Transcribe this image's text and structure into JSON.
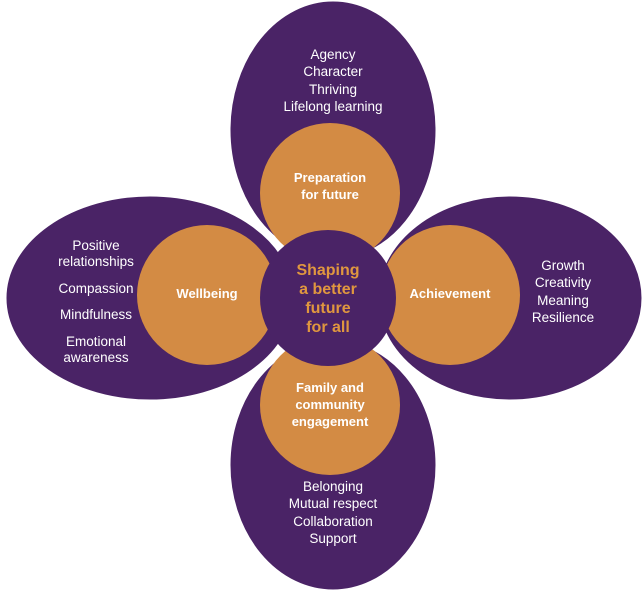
{
  "colors": {
    "petal": "#4a2366",
    "petal_stroke": "#ffffff",
    "circle": "#d38b44",
    "center_fill": "#4a2366",
    "center_text": "#e0973f",
    "text": "#ffffff"
  },
  "center": {
    "lines": [
      "Shaping",
      "a better",
      "future",
      "for all"
    ]
  },
  "circles": {
    "top": {
      "lines": [
        "Preparation",
        "for future"
      ]
    },
    "right": {
      "lines": [
        "Achievement"
      ]
    },
    "bottom": {
      "lines": [
        "Family and",
        "community",
        "engagement"
      ]
    },
    "left": {
      "lines": [
        "Wellbeing"
      ]
    }
  },
  "petals": {
    "top": {
      "lines": [
        "Agency",
        "Character",
        "Thriving",
        "Lifelong learning"
      ]
    },
    "right": {
      "lines": [
        "Growth",
        "Creativity",
        "Meaning",
        "Resilience"
      ]
    },
    "bottom": {
      "lines": [
        "Belonging",
        "Mutual respect",
        "Collaboration",
        "Support"
      ]
    },
    "left": {
      "groups": [
        [
          "Positive",
          "relationships"
        ],
        [
          "Compassion"
        ],
        [
          "Mindfulness"
        ],
        [
          "Emotional",
          "awareness"
        ]
      ]
    }
  }
}
